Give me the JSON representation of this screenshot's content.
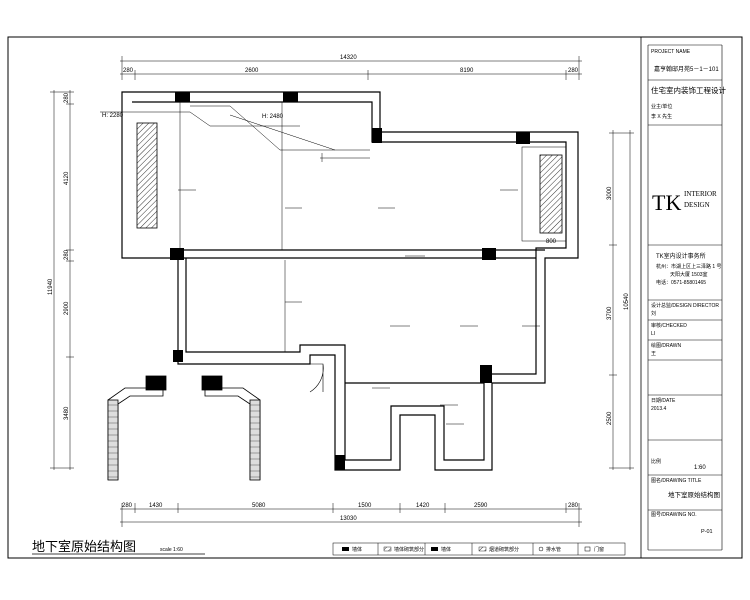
{
  "drawing": {
    "title": "地下室原始结构图",
    "scale": "scale 1:60"
  },
  "dimensions": {
    "top_total": "14320",
    "top_segments": [
      "280",
      "2600",
      "8190",
      "280"
    ],
    "bottom_total": "13030",
    "bottom_segments": [
      "280",
      "1430",
      "5080",
      "1500",
      "1420",
      "2590",
      "280"
    ],
    "left_total": "11940",
    "left_segments": [
      "280",
      "4120",
      "280",
      "2900",
      "3480"
    ],
    "right_total": "10540",
    "right_segments": [
      "3000",
      "3700",
      "2500"
    ]
  },
  "annotations": {
    "elev_1": "H: 2280",
    "elev_2": "H: 2480",
    "dim_800": "800"
  },
  "title_block": {
    "project_label": "PROJECT NAME",
    "project_name": "嘉亨翰邸月苑5－1－101",
    "design_type": "住宅室内装饰工程设计",
    "client_label": "业主/单位",
    "client_value": "李 X 先生",
    "logo_tk": "TK",
    "logo_line1": "INTERIOR",
    "logo_line2": "DESIGN",
    "company": "TK室内设计事务所",
    "address1": "杭州：市湖上区上三泽路 1 号",
    "address2": "天阳大厦 1503室",
    "phone": "电话：0571-85801465",
    "field_designer_label": "设计总监/DESIGN DIRECTOR",
    "field_designer_value": "刘",
    "field_check_label": "审核/CHECKED",
    "field_check_value": "LI",
    "field_drawer_label": "绘图/DRAWN",
    "field_drawer_value": "王",
    "field_date_label": "日期/DATE",
    "field_date_value": "2013.4",
    "scale_label": "比例",
    "scale_value": "1:60",
    "drawing_name_label": "图名/DRAWING TITLE",
    "drawing_name": "地下室原始结构图",
    "sheet_label": "图号/DRAWING NO.",
    "sheet_value": "P-01"
  },
  "legend": [
    {
      "label": "墙体",
      "icon": "wall-icon"
    },
    {
      "label": "墙体砌筑部分",
      "icon": "hatch-icon"
    },
    {
      "label": "墙体",
      "icon": "wall-icon"
    },
    {
      "label": "烟道砌筑部分",
      "icon": "flue-icon"
    },
    {
      "label": "排水管",
      "icon": "drain-icon"
    },
    {
      "label": "门窗",
      "icon": "door-icon"
    }
  ]
}
